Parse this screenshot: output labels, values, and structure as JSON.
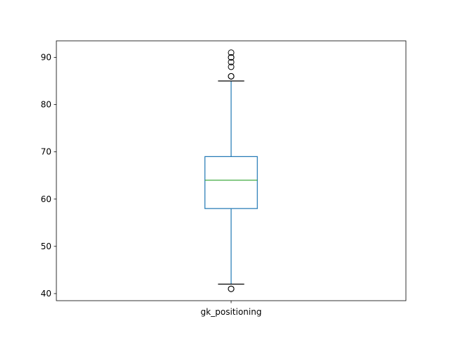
{
  "chart_data": {
    "type": "box",
    "categories": [
      "gk_positioning"
    ],
    "boxes": [
      {
        "name": "gk_positioning",
        "whisker_low": 42,
        "q1": 58,
        "median": 64,
        "q3": 69,
        "whisker_high": 85,
        "outliers": [
          41,
          41,
          86,
          86,
          88,
          89,
          90,
          90,
          91
        ]
      }
    ],
    "title": "",
    "xlabel": "",
    "ylabel": "",
    "ylim": [
      38.5,
      93.5
    ],
    "yticks": [
      40,
      50,
      60,
      70,
      80,
      90
    ],
    "grid": false,
    "colors": {
      "box": "#1f77b4",
      "median": "#2ca02c",
      "whisker_cap": "#000000",
      "outlier": "#000000",
      "axes": "#000000"
    }
  }
}
